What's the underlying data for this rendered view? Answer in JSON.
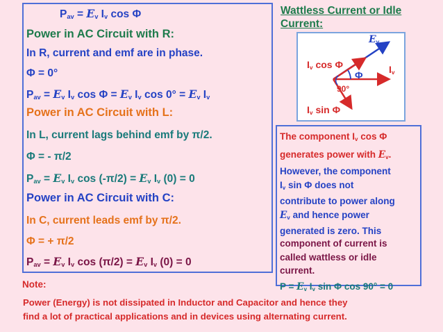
{
  "header": {
    "formula": {
      "p": "P",
      "p_sub": "av",
      "eq": " = ",
      "e": "E",
      "e_sub": "v",
      "i": " I",
      "i_sub": "v",
      "cos": " cos Φ"
    }
  },
  "left": {
    "r_title": "Power in AC Circuit with R:",
    "r_line1": "In R, current and emf are in phase.",
    "r_line2": "Φ = 0°",
    "r_line3": {
      "p": "P",
      "p_sub": "av",
      "a": " = ",
      "e1": "E",
      "e1_sub": "v",
      "b": " I",
      "b_sub": "v",
      "c": " cos Φ = ",
      "e2": "E",
      "e2_sub": "v",
      "d": " I",
      "d_sub": "v",
      "f": " cos 0° = ",
      "e3": "E",
      "e3_sub": "v",
      "g": " I",
      "g_sub": "v"
    },
    "l_title": "Power in AC Circuit with L:",
    "l_line1": "In L, current lags behind  emf  by π/2.",
    "l_line2": "Φ = -  π/2",
    "l_line3": {
      "p": "P",
      "p_sub": "av",
      "a": " = ",
      "e1": "E",
      "e1_sub": "v",
      "b": " I",
      "b_sub": "v",
      "c": " cos (-π/2) = ",
      "e2": "E",
      "e2_sub": "v",
      "d": " I",
      "d_sub": "v",
      "f": " (0)  =  0"
    },
    "c_title": "Power in AC Circuit with C:",
    "c_line1": "In C, current leads emf  by π/2.",
    "c_line2": "Φ = + π/2",
    "c_line3": {
      "p": "P",
      "p_sub": "av",
      "a": " = ",
      "e1": "E",
      "e1_sub": "v",
      "b": " I",
      "b_sub": "v",
      "c": " cos (π/2) = ",
      "e2": "E",
      "e2_sub": "v",
      "d": " I",
      "d_sub": "v",
      "f": " (0)  =  0"
    }
  },
  "wattless": {
    "title_line1": "Wattless Current or Idle",
    "title_line2": "Current:",
    "diagram": {
      "ev": "E",
      "ev_sub": "v",
      "iv": "I",
      "iv_sub": "v",
      "ivcos": "I",
      "ivcos_sub": "v",
      "ivcos_rest": " cos Φ",
      "phi": "Φ",
      "angle": "90°",
      "ivsin": "I",
      "ivsin_sub": "v",
      "ivsin_rest": " sin Φ"
    }
  },
  "right_box": {
    "p1_a": "The component I",
    "p1_a_sub": "v",
    "p1_b": " cos Φ",
    "p1_c": "generates power with ",
    "p1_e": "E",
    "p1_e_sub": "v",
    "p1_d": ".",
    "p2_l1": "However, the component",
    "p2_l2_a": "I",
    "p2_l2_sub": "v",
    "p2_l2_b": " sin Φ does not",
    "p2_l3": "contribute to power along",
    "p2_l4_e": "E",
    "p2_l4_sub": "v",
    "p2_l4_b": " and hence power",
    "p2_l5": "generated is zero.  This",
    "p3_l1": "component of current is",
    "p3_l2": "called wattless or idle",
    "p3_l3": "current.",
    "p4_a": "P = ",
    "p4_e": "E",
    "p4_e_sub": "v",
    "p4_b": " I",
    "p4_b_sub": "v",
    "p4_c": " sin Φ cos 90° = 0"
  },
  "note": {
    "label": "Note:",
    "line1": "Power (Energy) is not dissipated in Inductor and Capacitor and hence they",
    "line2": "find a lot of practical applications and in devices using alternating current."
  }
}
